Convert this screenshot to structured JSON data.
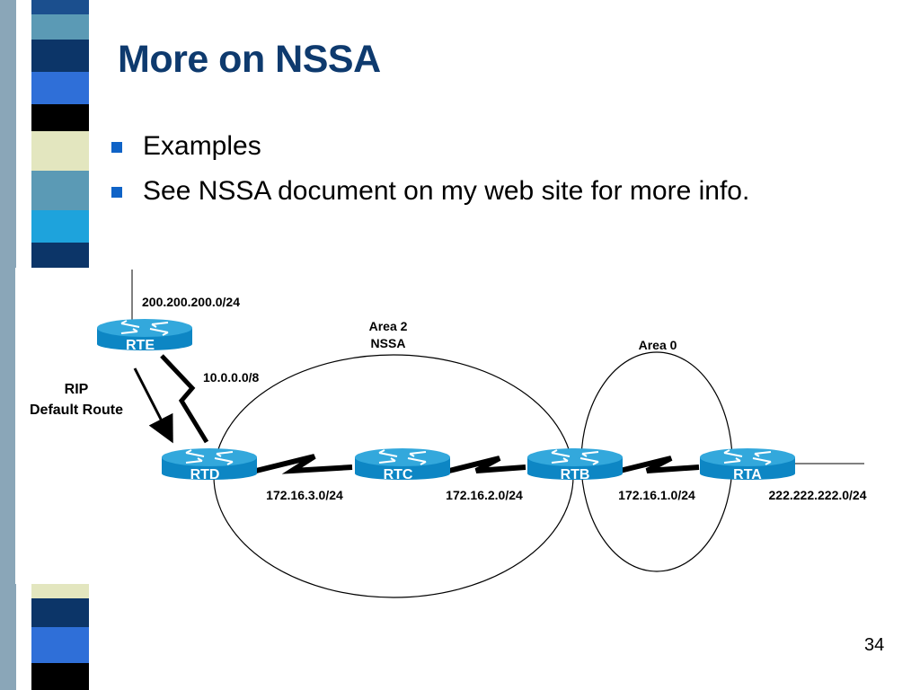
{
  "slide": {
    "title": "More on NSSA",
    "bullets": [
      "Examples",
      "See NSSA document on my web site for more info."
    ],
    "page_number": "34"
  },
  "diagram": {
    "routers": [
      {
        "id": "rte",
        "label": "RTE"
      },
      {
        "id": "rtd",
        "label": "RTD"
      },
      {
        "id": "rtc",
        "label": "RTC"
      },
      {
        "id": "rtb",
        "label": "RTB"
      },
      {
        "id": "rta",
        "label": "RTA"
      }
    ],
    "areas": {
      "area2_line1": "Area 2",
      "area2_line2": "NSSA",
      "area0": "Area 0"
    },
    "networks": {
      "rte_lan": "200.200.200.0/24",
      "rte_rtd": "10.0.0.0/8",
      "rtd_rtc": "172.16.3.0/24",
      "rtc_rtb": "172.16.2.0/24",
      "rtb_rta": "172.16.1.0/24",
      "rta_lan": "222.222.222.0/24"
    },
    "rip": {
      "line1": "RIP",
      "line2": "Default Route"
    }
  },
  "colors": {
    "title": "#0e3a6e",
    "bullet": "#0f63c7",
    "router_top": "#33a8dc",
    "router_body": "#0d86c4"
  }
}
